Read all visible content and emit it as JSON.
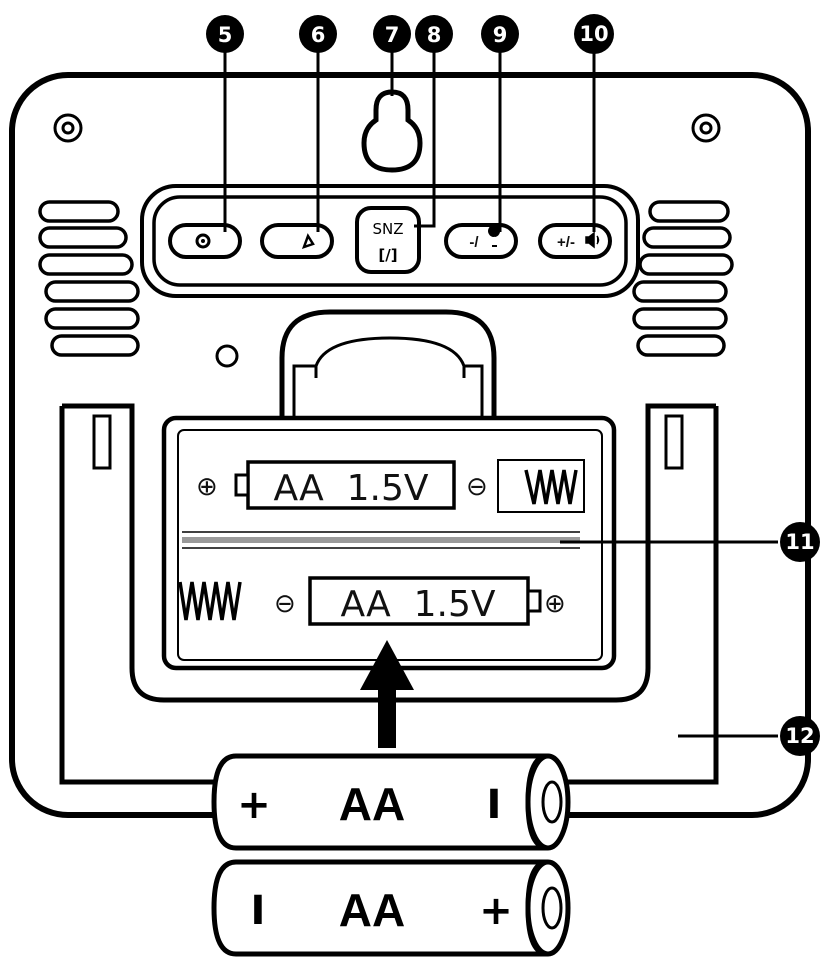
{
  "callouts": {
    "c5": "5",
    "c6": "6",
    "c7": "7",
    "c8": "8",
    "c9": "9",
    "c10": "10",
    "c11": "11",
    "c12": "12"
  },
  "buttons": {
    "snz_label": "SNZ",
    "snz_sub": "[/]",
    "minus_label": "-/",
    "plus_label": "+/-"
  },
  "compartment": {
    "cell_top_label": "AA  1.5V",
    "cell_bottom_label": "AA  1.5V",
    "plus_symbol": "⊕",
    "minus_symbol": "⊖"
  },
  "batteries": {
    "top": {
      "left_sign": "+",
      "label": "AA",
      "right_sign": "I"
    },
    "bottom": {
      "left_sign": "I",
      "label": "AA",
      "right_sign": "+"
    }
  },
  "colors": {
    "ink": "#000000",
    "background": "#ffffff",
    "cell_divider": "#9a9a9a"
  }
}
